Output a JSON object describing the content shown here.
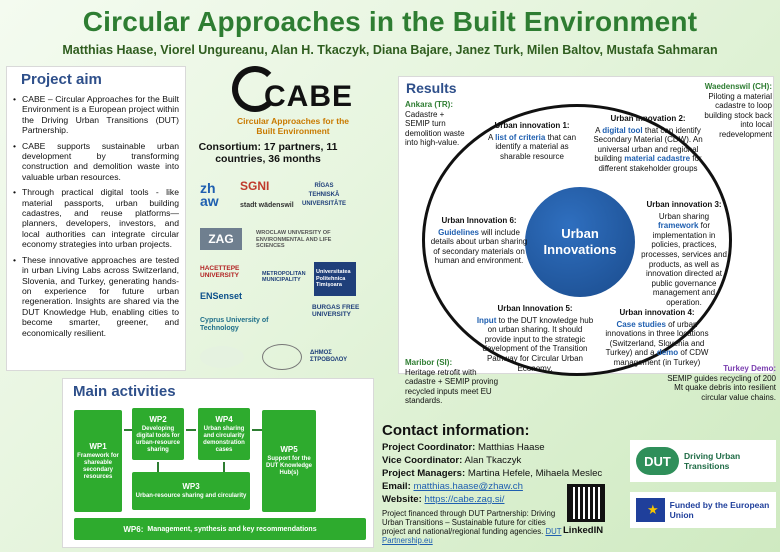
{
  "header": {
    "title": "Circular Approaches in the Built Environment",
    "authors": "Matthias Haase, Viorel Ungureanu, Alan H. Tkaczyk, Diana Bajare, Janez Turk, Milen Baltov, Mustafa Sahmaran"
  },
  "aim": {
    "title": "Project aim",
    "bullets": [
      "CABE – Circular Approaches for the Built Environment is a European project within the Driving Urban Transitions (DUT) Partnership.",
      "CABE supports sustainable urban development by transforming construction and demolition waste into valuable urban resources.",
      "Through practical digital tools - like material passports, urban building cadastres, and reuse platforms—planners, developers, investors, and local authorities can integrate circular economy strategies into urban projects.",
      "These innovative approaches are tested in urban Living Labs across Switzerland, Slovenia, and Turkey, generating hands-on experience for future urban regeneration. Insights are shared via the DUT Knowledge Hub, enabling cities to become smarter, greener, and economically resilient."
    ]
  },
  "logo": {
    "name": "CABE",
    "sub": "Circular Approaches for the Built Environment"
  },
  "consortium": "Consortium: 17 partners, 11 countries, 36 months",
  "partners": [
    "zh aw",
    "SGNI",
    "stadt wädenswil",
    "RĪGAS TEHNISKĀ UNIVERSITĀTE",
    "ZAG",
    "WROCLAW UNIVERSITY OF ENVIRONMENTAL AND LIFE SCIENCES",
    "HACETTEPE UNIVERSITY",
    "METROPOLITAN MUNICIPALITY",
    "Universitatea Politehnica Timișoara",
    "ENSenset",
    "BURGAS FREE UNIVERSITY",
    "Cyprus University of Technology",
    "ΔΗΜΟΣ ΣΤΡΟΒΟΛΟΥ"
  ],
  "results": {
    "title": "Results",
    "core": "Urban Innovations",
    "innovations": [
      {
        "head": "Urban innovation 1:",
        "pre": "A ",
        "hl": "list of criteria",
        "post": " that can identify a material as sharable resource"
      },
      {
        "head": "Urban innovation 2:",
        "pre": "A ",
        "hl": "digital tool",
        "post": " that can identify Secondary Material (CDW). An universal urban and regional building ",
        "hl2": "material cadastre",
        "post2": " for different stakeholder groups"
      },
      {
        "head": "Urban innovation 3:",
        "pre": "Urban sharing ",
        "hl": "framework",
        "post": " for implementation in policies, practices, processes, services and products, as well as innovation directed at public governance management and operation."
      },
      {
        "head": "Urban innovation 4:",
        "pre": "",
        "hl": "Case studies",
        "post": " of urban innovations in three locations (Switzerland, Slovenia and Turkey) and a ",
        "hl2": "demo",
        "post2": " of CDW management (in Turkey)"
      },
      {
        "head": "Urban Innovation 5:",
        "pre": "",
        "hl": "Input",
        "post": " to the DUT knowledge hub on urban sharing. It should provide input to the strategic development of the Transition Pathway for Circular Urban Economy."
      },
      {
        "head": "Urban Innovation 6:",
        "pre": "",
        "hl": "Guidelines",
        "post": " will include details about urban sharing of secondary materials on human and environment."
      }
    ],
    "labs": [
      {
        "city": "Ankara (TR):",
        "text": "Cadastre + SEMIP turn demolition waste into high-value."
      },
      {
        "city": "Waedenswil (CH):",
        "text": "Piloting a material cadastre to loop building stock back into local redevelopment"
      },
      {
        "city": "Maribor (SI):",
        "text": "Heritage retrofit with cadastre + SEMIP proving recycled inputs meet EU standards."
      },
      {
        "city": "Turkey Demo:",
        "text": "SEMIP guides recycling of 200 Mt quake debris into resilient circular value chains."
      }
    ]
  },
  "activities": {
    "title": "Main activities",
    "wps": [
      {
        "id": "WP1",
        "desc": "Framework for shareable secondary resources"
      },
      {
        "id": "WP2",
        "desc": "Developing digital tools for urban-resource sharing"
      },
      {
        "id": "WP4",
        "desc": "Urban sharing and circularity demonstration cases"
      },
      {
        "id": "WP5",
        "desc": "Support for the DUT Knowledge Hub(s)"
      },
      {
        "id": "WP3",
        "desc": "Urban-resource sharing and circularity"
      },
      {
        "id": "WP6:",
        "desc": "Management, synthesis and key recommendations"
      }
    ]
  },
  "contact": {
    "title": "Contact information:",
    "coord_label": "Project Coordinator:",
    "coord": "Matthias Haase",
    "vice_label": "Vice Coordinator:",
    "vice": "Alan Tkaczyk",
    "pm_label": "Project Managers:",
    "pm": "Martina Hefele, Mihaela Meslec",
    "email_label": "Email:",
    "email": "matthias.haase@zhaw.ch",
    "web_label": "Website:",
    "web": "https://cabe.zag.si/",
    "financed": "Project financed through DUT Partnership: Driving Urban Transitions – Sustainable future for cities project and national/regional funding agencies.",
    "dut_link": "DUT Partnership.eu",
    "linkedin": "LinkedIN"
  },
  "sponsors": {
    "dut_logo": "DUT",
    "dut_text": "Driving Urban Transitions",
    "eu_text": "Funded by the European Union"
  },
  "colors": {
    "accent_green": "#2e7d32",
    "heading_blue": "#2e4f8a",
    "wp_green": "#2eab2e",
    "core_blue": "#1a4b8c"
  }
}
